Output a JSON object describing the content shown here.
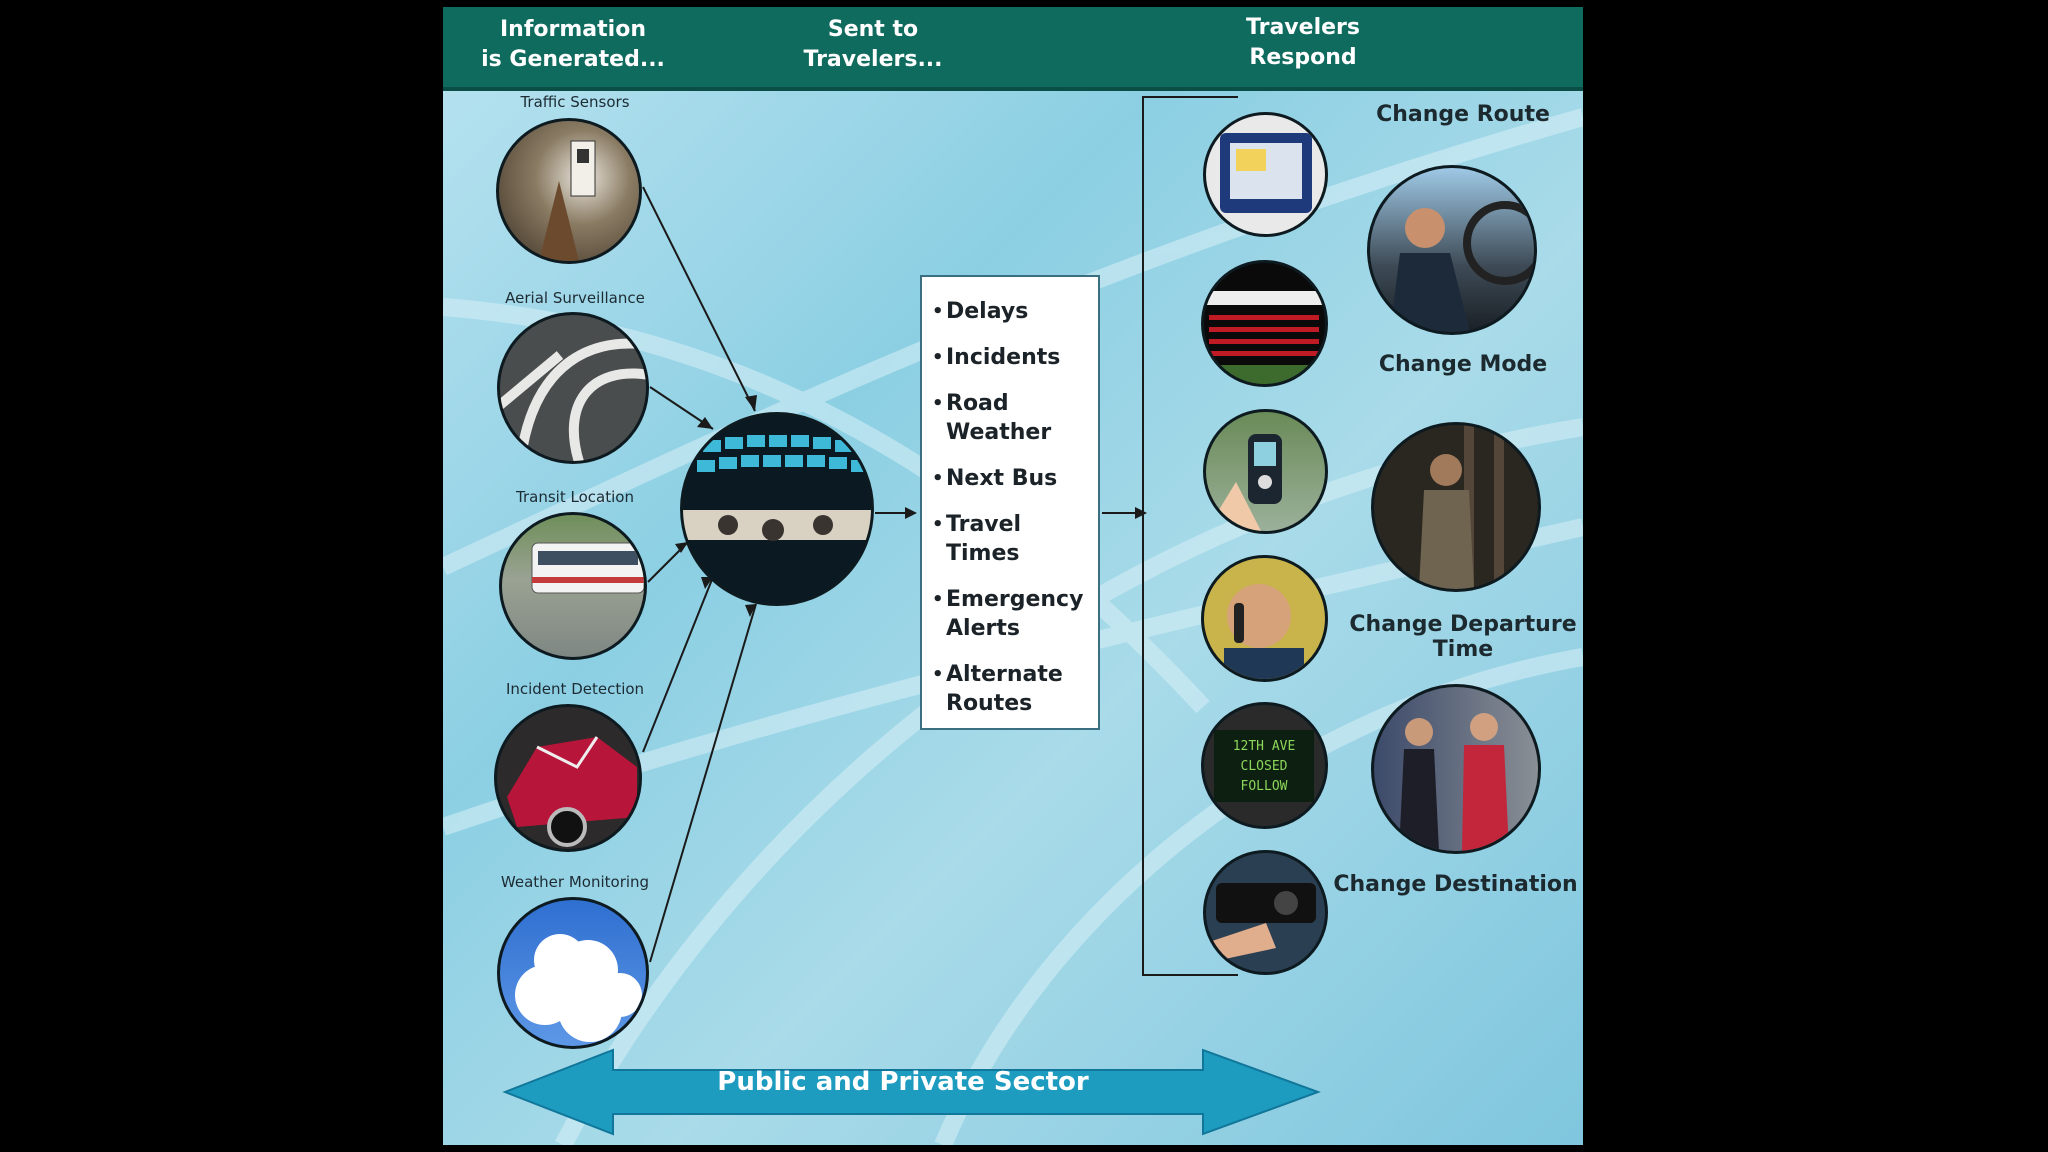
{
  "header": {
    "col1": "Information\nis  Generated...",
    "col2": "Sent to\nTravelers...",
    "col3": "Travelers\nRespond"
  },
  "sources": [
    {
      "label": "Traffic Sensors",
      "icon": "traffic-sensor-icon"
    },
    {
      "label": "Aerial Surveillance",
      "icon": "aerial-highway-icon"
    },
    {
      "label": "Transit Location",
      "icon": "bus-icon"
    },
    {
      "label": "Incident Detection",
      "icon": "crashed-car-icon"
    },
    {
      "label": "Weather Monitoring",
      "icon": "clouds-icon"
    }
  ],
  "center_hub": {
    "icon": "control-room-icon"
  },
  "messages": [
    "Delays",
    "Incidents",
    "Road\nWeather",
    "Next Bus",
    "Travel Times",
    "Emergency\nAlerts",
    "Alternate\nRoutes"
  ],
  "devices": [
    {
      "icon": "kiosk-screen-icon"
    },
    {
      "icon": "transit-display-board-icon"
    },
    {
      "icon": "handheld-device-icon"
    },
    {
      "icon": "phone-call-icon"
    },
    {
      "icon": "message-sign-icon"
    },
    {
      "icon": "car-radio-icon"
    }
  ],
  "responses": [
    {
      "label": "Change Route",
      "icon": "driver-icon"
    },
    {
      "label": "Change Mode",
      "icon": "train-rider-icon"
    },
    {
      "label": "Change Departure\nTime",
      "icon": "travelers-icon"
    },
    {
      "label": "Change Destination",
      "icon": ""
    }
  ],
  "message_sign_text": [
    "12TH AVE",
    "CLOSED",
    "FOLLOW"
  ],
  "footer": {
    "label": "Public and Private Sector"
  },
  "colors": {
    "header": "#0f6b5e",
    "arrow": "#1e9cc0",
    "background": "#a9dbe9"
  }
}
